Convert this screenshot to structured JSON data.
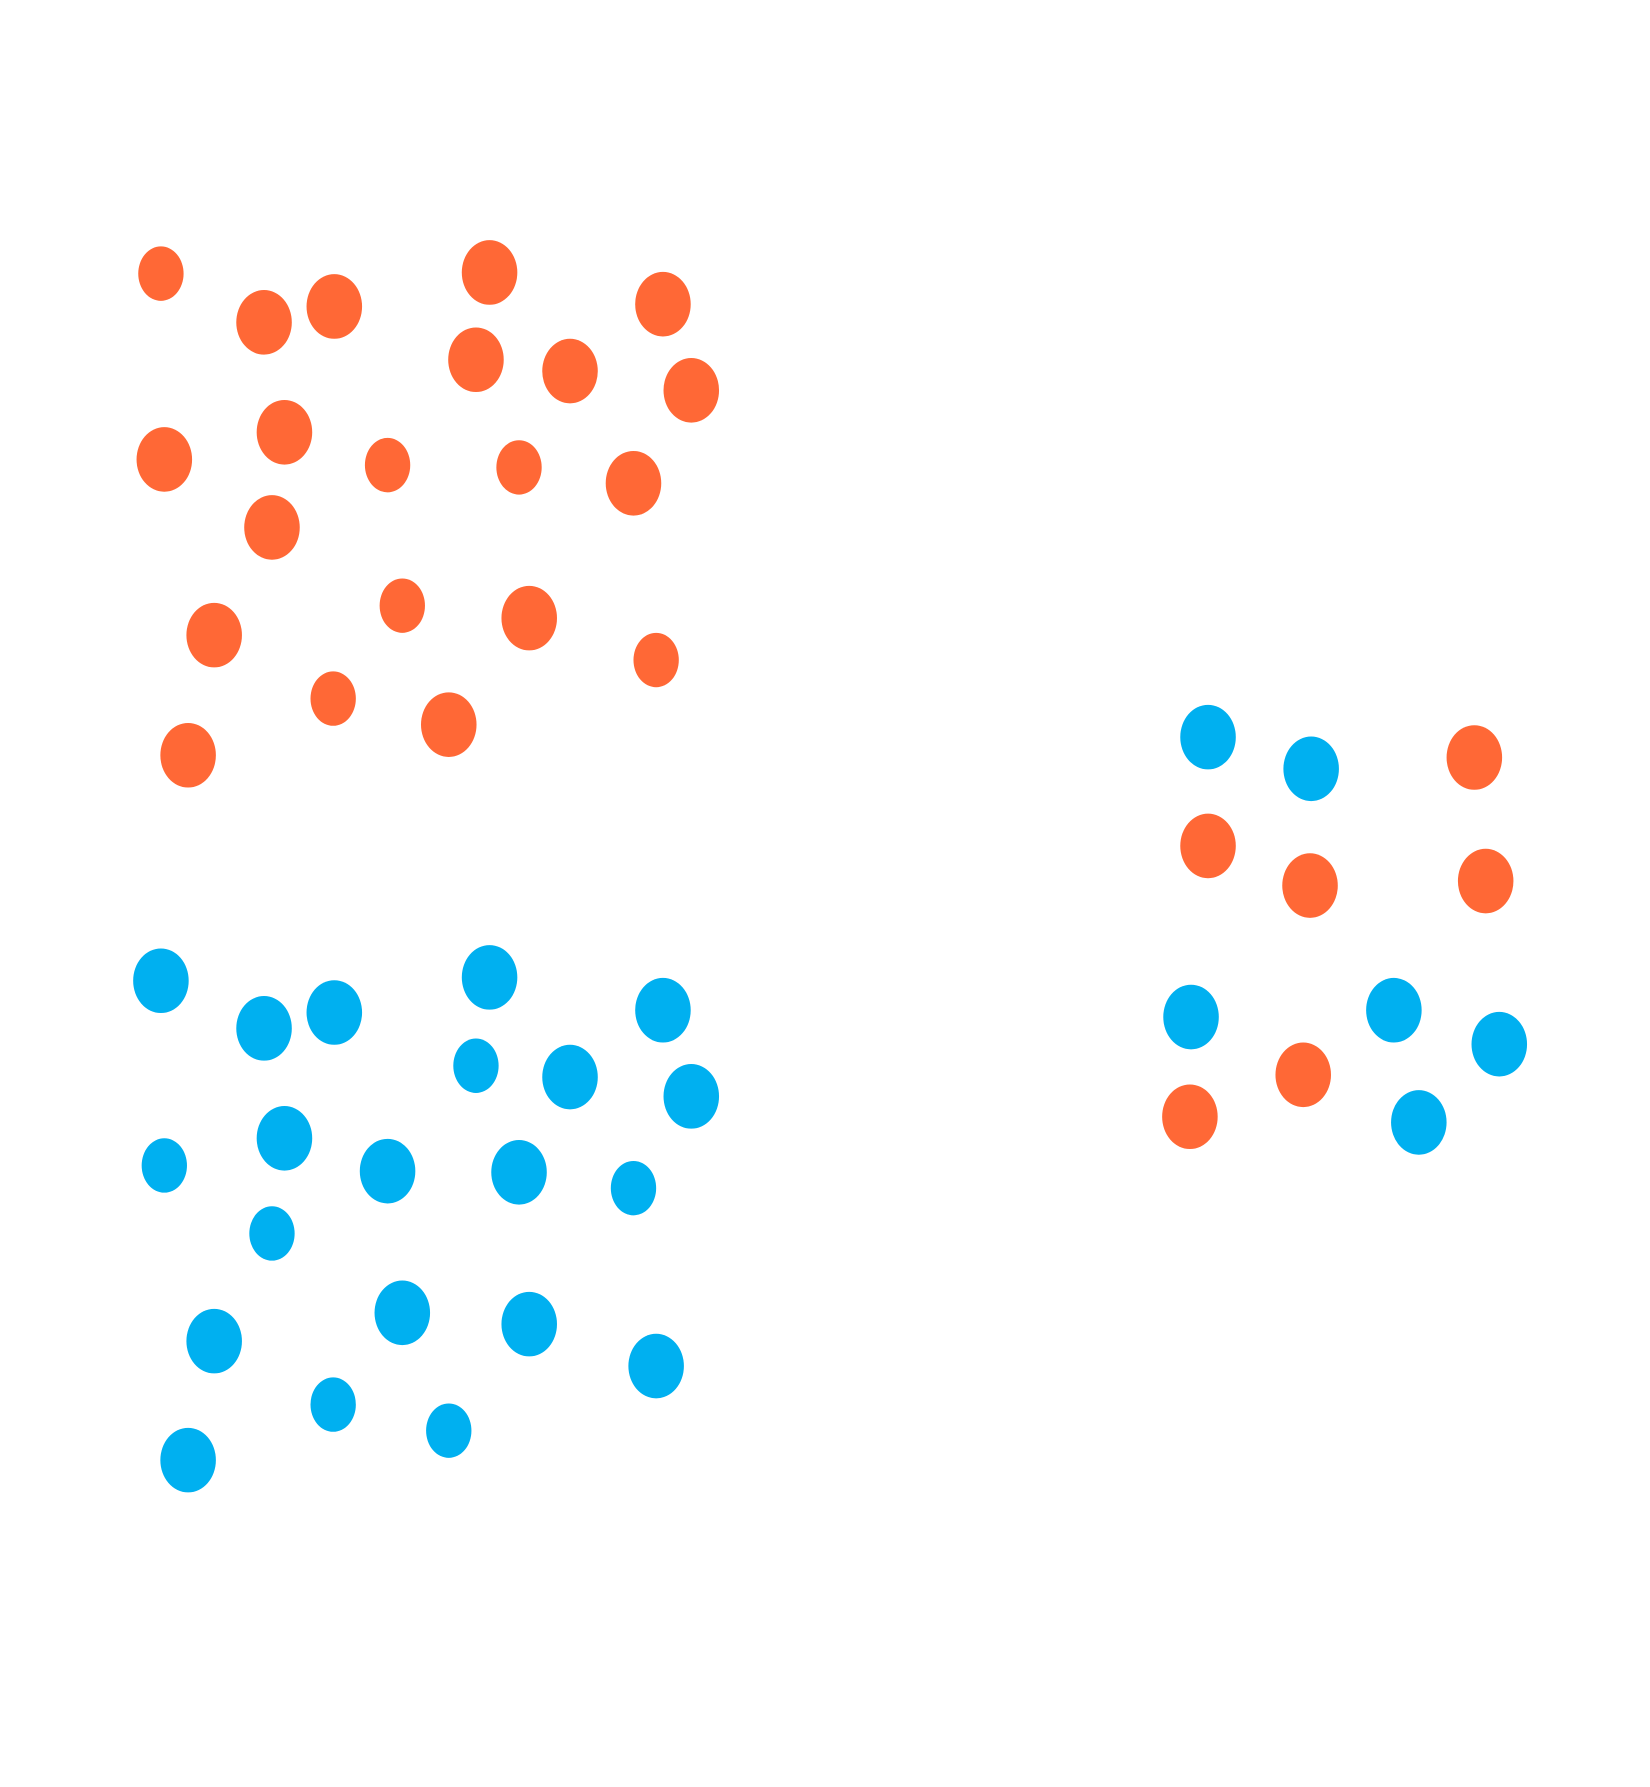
{
  "colors": {
    "orange": "#FF6836",
    "blue": "#00B0F0",
    "background": "#FFFFFF"
  },
  "groups": [
    {
      "name": "top-left-cluster",
      "orange_count": 21,
      "blue_count": 0
    },
    {
      "name": "bottom-left-cluster",
      "orange_count": 0,
      "blue_count": 21
    },
    {
      "name": "right-mixed-cluster",
      "orange_count": 6,
      "blue_count": 6
    }
  ]
}
